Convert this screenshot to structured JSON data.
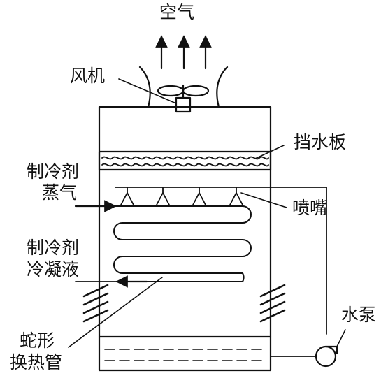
{
  "labels": {
    "air": "空气",
    "fan": "风机",
    "eliminator": "挡水板",
    "vapor_line1": "制冷剂",
    "vapor_line2": "蒸气",
    "nozzle": "喷嘴",
    "liquid_line1": "制冷剂",
    "liquid_line2": "冷凝液",
    "coil_line1": "蛇形",
    "coil_line2": "换热管",
    "pump": "水泵"
  },
  "colors": {
    "stroke": "#111111",
    "background": "#ffffff"
  }
}
